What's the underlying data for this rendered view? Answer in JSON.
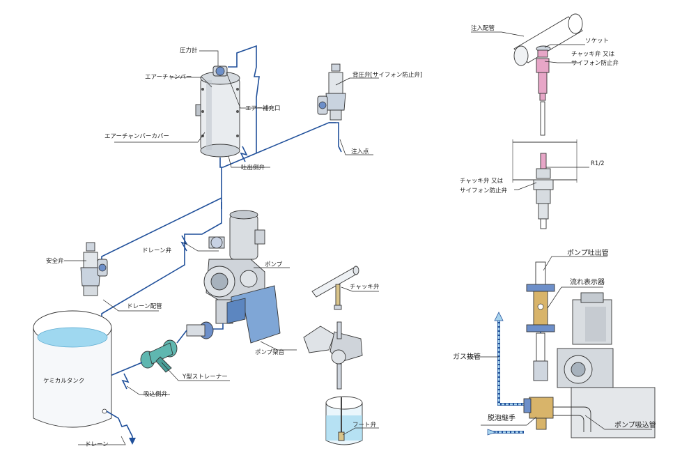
{
  "labels": {
    "pressure_gauge": "圧力計",
    "air_chamber": "エアーチャンバー",
    "air_refill_port": "エアー補充口",
    "air_chamber_cover": "エアーチャンバーカバー",
    "discharge_valve": "吐出側弁",
    "back_pressure_valve": "背圧弁[サイフォン防止弁]",
    "injection_point": "注入点",
    "safety_valve": "安全弁",
    "drain_valve": "ドレーン弁",
    "pump": "ポンプ",
    "drain_piping": "ドレーン配管",
    "chemical_tank": "ケミカルタンク",
    "y_strainer": "Y型ストレーナー",
    "suction_valve": "吸込側弁",
    "drain": "ドレーン",
    "pump_stand": "ポンプ架台",
    "check_valve": "チャッキ弁",
    "foot_valve": "フート弁",
    "injection_piping": "注入配管",
    "socket": "ソケット",
    "check_or_siphon_1a": "チャッキ弁 又は",
    "check_or_siphon_1b": "サイフォン防止弁",
    "r12": "R1/2",
    "check_or_siphon_2a": "チャッキ弁 又は",
    "check_or_siphon_2b": "サイフォン防止弁",
    "pump_discharge_pipe": "ポンプ吐出管",
    "flow_indicator": "流れ表示器",
    "gas_vent_pipe": "ガス抜管",
    "defoaming_joint": "脱泡継手",
    "pump_suction_pipe": "ポンプ吸込管"
  },
  "colors": {
    "pipe": "#1f4f9a",
    "liquid": "#9fd8f0",
    "stand": "#7fa6d6",
    "strainer": "#5fb7b0",
    "flange": "#6d8fc9",
    "check_valve_pink": "#e7a6c7",
    "flow_indicator": "#d8b46a",
    "gas_arrow": "#a8d4ee"
  }
}
